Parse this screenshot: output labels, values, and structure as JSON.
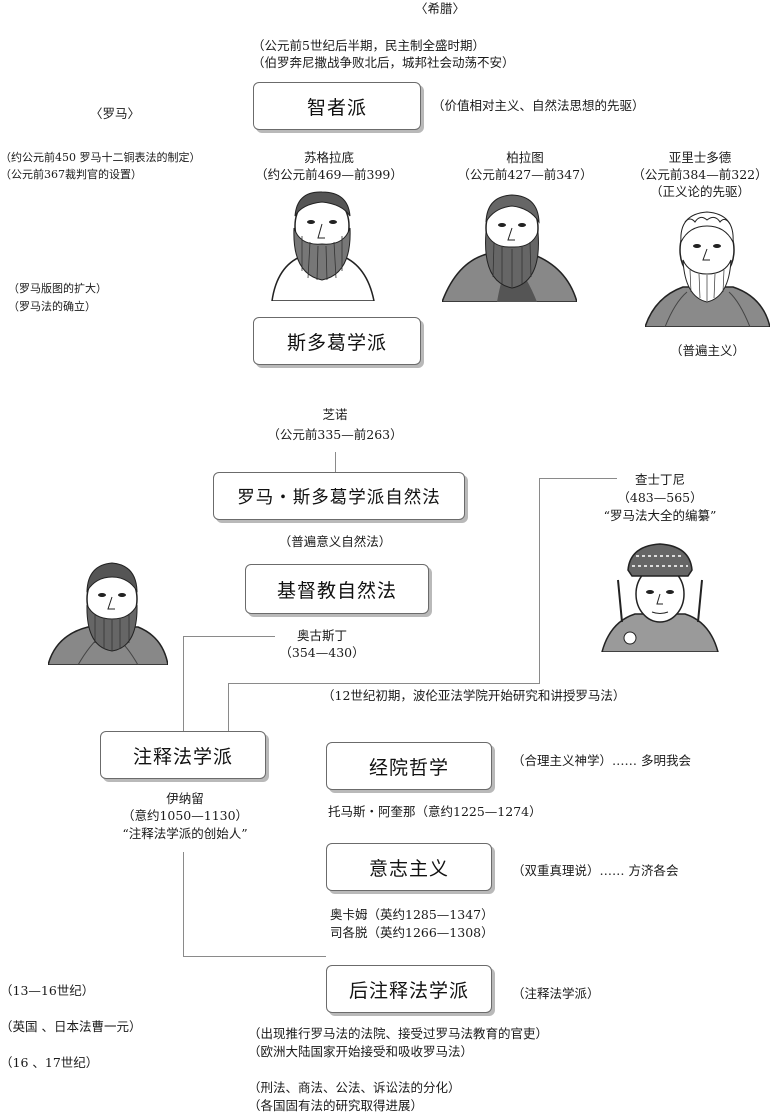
{
  "greece": {
    "header": "〈希腊〉",
    "period1": "（公元前5世纪后半期，民主制全盛时期）",
    "period2": "（伯罗奔尼撒战争败北后，城邦社会动荡不安）"
  },
  "rome": {
    "header": "〈罗马〉",
    "note1": "（约公元前450 罗马十二铜表法的制定）",
    "note2": "（公元前367裁判官的设置）",
    "note3": "（罗马版图的扩大）",
    "note4": "（罗马法的确立）"
  },
  "sophists": {
    "label": "智者派",
    "note": "（价值相对主义、自然法思想的先驱）"
  },
  "socrates": {
    "name": "苏格拉底",
    "dates": "（约公元前469—前399）"
  },
  "plato": {
    "name": "柏拉图",
    "dates": "（公元前427—前347）"
  },
  "aristotle": {
    "name": "亚里士多德",
    "dates": "（公元前384—前322）",
    "note": "（正义论的先驱）"
  },
  "stoics": {
    "label": "斯多葛学派",
    "note": "（普遍主义）"
  },
  "zeno": {
    "name": "芝诺",
    "dates": "（公元前335—前263）"
  },
  "roman_stoic": {
    "label": "罗马・斯多葛学派自然法",
    "note": "（普遍意义自然法）"
  },
  "justinian": {
    "name": "查士丁尼",
    "dates": "（483—565）",
    "note": "“罗马法大全的编纂”"
  },
  "christian": {
    "label": "基督教自然法"
  },
  "augustine": {
    "name": "奥古斯丁",
    "dates": "（354—430）"
  },
  "bologna_note": "（12世纪初期，波伦亚法学院开始研究和讲授罗马法）",
  "glossators": {
    "label": "注释法学派"
  },
  "irnerius": {
    "name": "伊纳留",
    "dates": "（意约1050—1130）",
    "note": "“注释法学派的创始人”"
  },
  "scholastic": {
    "label": "经院哲学",
    "note": "（合理主义神学）…… 多明我会",
    "person": "托马斯・阿奎那（意约1225—1274）"
  },
  "voluntarism": {
    "label": "意志主义",
    "note": "（双重真理说）…… 方济各会",
    "person1": "奥卡姆（英约1285—1347）",
    "person2": "司各脱（英约1266—1308）"
  },
  "post_glossators": {
    "label": "后注释法学派",
    "note": "（注释法学派）",
    "n1": "（出现推行罗马法的法院、接受过罗马法教育的官吏）",
    "n2": "（欧洲大陆国家开始接受和吸收罗马法）",
    "n3": "（刑法、商法、公法、诉讼法的分化）",
    "n4": "（各国固有法的研究取得进展）"
  },
  "left_notes": {
    "n1": "（13—16世纪）",
    "n2": "（英国 、日本法曹一元）",
    "n3": "（16 、17世纪）"
  }
}
